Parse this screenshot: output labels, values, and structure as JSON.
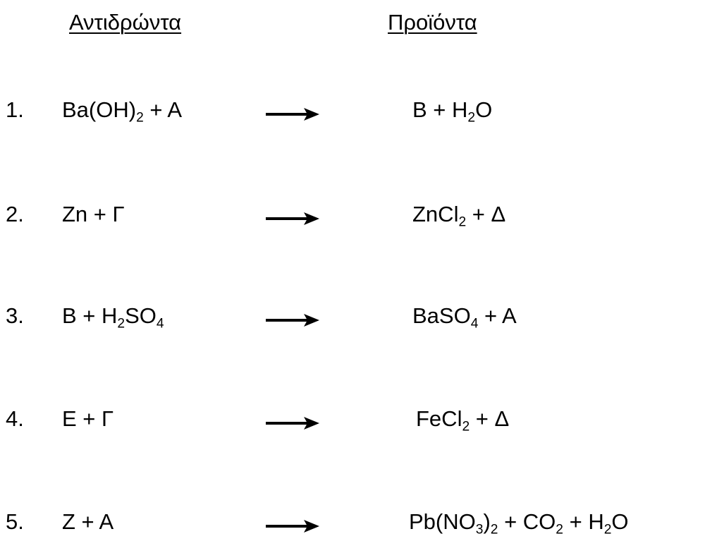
{
  "headers": {
    "reactants": "Αντιδρώντα",
    "products": "Προϊόντα"
  },
  "reactions": [
    {
      "number": "1.",
      "lhs": [
        {
          "t": "Ba(OH)"
        },
        {
          "t": "2",
          "sub": true
        },
        {
          "t": " +  A"
        }
      ],
      "rhs": [
        {
          "t": "B  + H"
        },
        {
          "t": "2",
          "sub": true
        },
        {
          "t": "O"
        }
      ]
    },
    {
      "number": "2.",
      "lhs": [
        {
          "t": "Zn  + Γ"
        }
      ],
      "rhs": [
        {
          "t": "ZnCl"
        },
        {
          "t": "2",
          "sub": true
        },
        {
          "t": "  +  Δ"
        }
      ]
    },
    {
      "number": "3.",
      "lhs": [
        {
          "t": "B  +  H"
        },
        {
          "t": "2",
          "sub": true
        },
        {
          "t": "SO"
        },
        {
          "t": "4",
          "sub": true
        }
      ],
      "rhs": [
        {
          "t": "BaSO"
        },
        {
          "t": "4",
          "sub": true
        },
        {
          "t": "  +  A"
        }
      ]
    },
    {
      "number": "4.",
      "lhs": [
        {
          "t": "E  +  Γ"
        }
      ],
      "rhs": [
        {
          "t": "FeCl"
        },
        {
          "t": "2",
          "sub": true
        },
        {
          "t": "  +  Δ"
        }
      ]
    },
    {
      "number": "5.",
      "lhs": [
        {
          "t": "Z  +  A"
        }
      ],
      "rhs": [
        {
          "t": "Pb(NO"
        },
        {
          "t": "3",
          "sub": true
        },
        {
          "t": ")"
        },
        {
          "t": "2",
          "sub": true
        },
        {
          "t": "  +  CO"
        },
        {
          "t": "2",
          "sub": true
        },
        {
          "t": "  +  H"
        },
        {
          "t": "2",
          "sub": true
        },
        {
          "t": "O"
        }
      ]
    }
  ]
}
